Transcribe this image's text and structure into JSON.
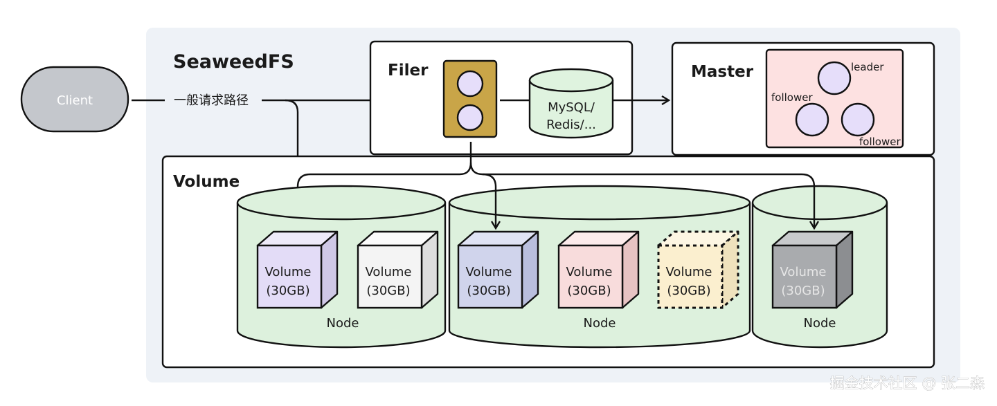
{
  "title": "SeaweedFS",
  "client": {
    "label": "Client"
  },
  "request_path": {
    "label": "一般请求路径"
  },
  "filer": {
    "title": "Filer",
    "db_line1": "MySQL/",
    "db_line2": "Redis/..."
  },
  "master": {
    "title": "Master",
    "nodes": [
      {
        "role": "leader"
      },
      {
        "role": "follower"
      },
      {
        "role": "follower"
      }
    ]
  },
  "volume_section": {
    "title": "Volume",
    "node_label": "Node",
    "volume_line1": "Volume",
    "volume_line2": "(30GB)"
  },
  "colors": {
    "panel_bg": "#eef2f7",
    "client_fill": "#c4c7cc",
    "filer_box": "#c9a548",
    "filer_circle": "#e6defa",
    "db_fill": "#dff3df",
    "master_fill": "#fde1e1",
    "node_fill": "#ddf1dd",
    "cube_purple": "#e3dcf7",
    "cube_white": "#f4f4f4",
    "cube_blue": "#d0d4ec",
    "cube_pink": "#f8dcdc",
    "cube_yellow": "#fbefcf",
    "cube_grey": "#a9abae"
  },
  "watermark": "掘金技术社区 @ 张二森"
}
